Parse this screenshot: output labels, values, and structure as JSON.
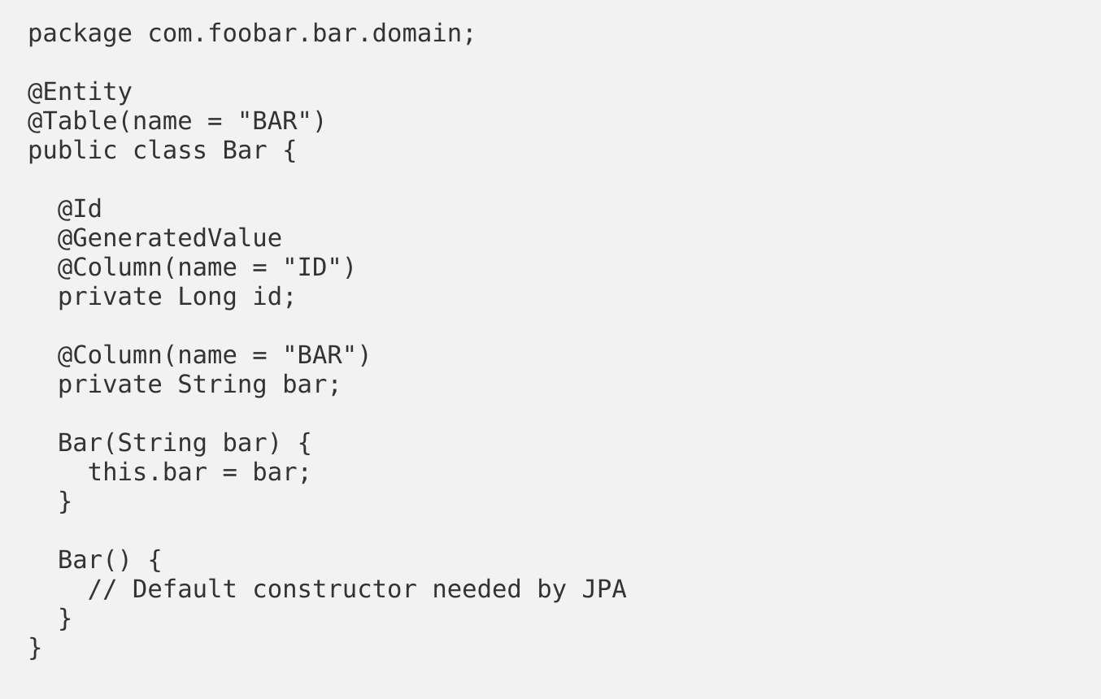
{
  "document": {
    "kind": "source-code-listing",
    "language": "java",
    "background_color": "#f2f2f2",
    "text_color": "#333333",
    "code_lines": [
      "package com.foobar.bar.domain;",
      "",
      "@Entity",
      "@Table(name = \"BAR\")",
      "public class Bar {",
      "",
      "  @Id",
      "  @GeneratedValue",
      "  @Column(name = \"ID\")",
      "  private Long id;",
      "",
      "  @Column(name = \"BAR\")",
      "  private String bar;",
      "",
      "  Bar(String bar) {",
      "    this.bar = bar;",
      "  }",
      "",
      "  Bar() {",
      "    // Default constructor needed by JPA",
      "  }",
      "}"
    ]
  }
}
